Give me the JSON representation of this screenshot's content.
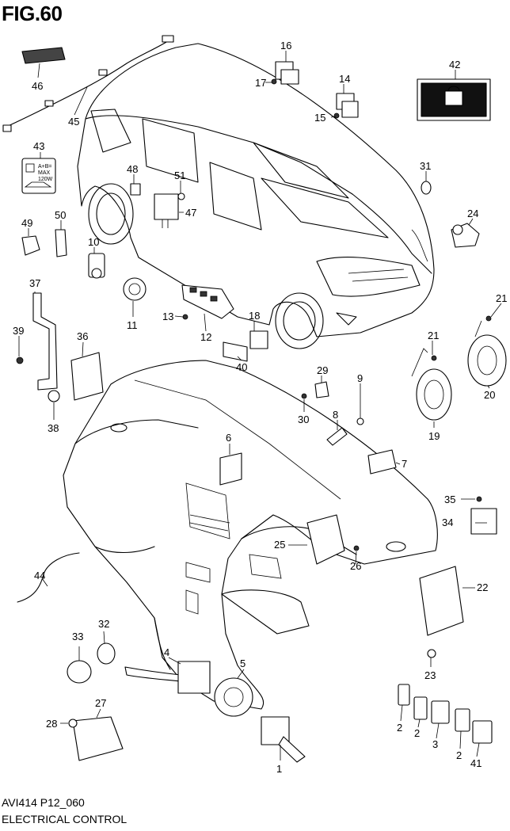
{
  "figure": {
    "title": "FIG.60",
    "code": "AVI414 P12_060",
    "caption": "ELECTRICAL CONTROL"
  },
  "label_42_text": {
    "line1": "A+B=",
    "line2": "MAX",
    "line3": "120W"
  },
  "callouts": [
    "1",
    "2",
    "2",
    "2",
    "3",
    "4",
    "5",
    "6",
    "7",
    "8",
    "9",
    "10",
    "11",
    "12",
    "13",
    "14",
    "15",
    "16",
    "17",
    "18",
    "19",
    "20",
    "21",
    "21",
    "22",
    "23",
    "24",
    "25",
    "26",
    "27",
    "28",
    "29",
    "30",
    "31",
    "32",
    "33",
    "34",
    "35",
    "36",
    "37",
    "38",
    "39",
    "40",
    "41",
    "42",
    "43",
    "44",
    "45",
    "46",
    "47",
    "48",
    "49",
    "50",
    "51"
  ]
}
